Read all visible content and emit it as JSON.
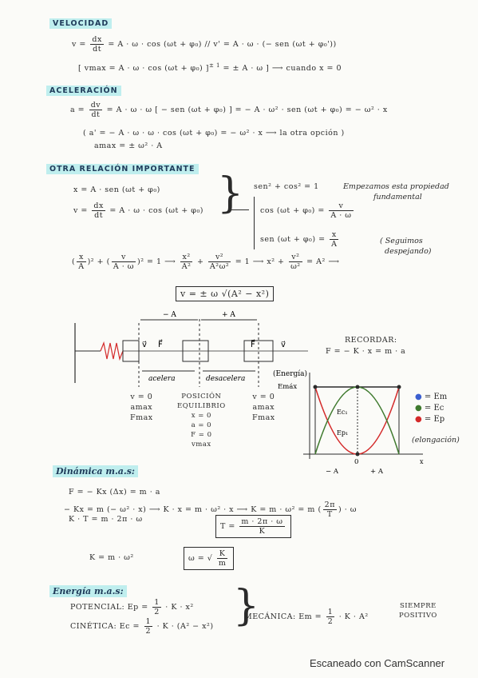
{
  "sections": {
    "velocidad": "VELOCIDAD",
    "aceleracion": "ACELERACIÓN",
    "otra": "OTRA RELACIÓN IMPORTANTE",
    "dinamica": "Dinámica m.a.s:",
    "energia": "Energía m.a.s:"
  },
  "velocidad": {
    "v_lhs": "v =",
    "dx": "dx",
    "dt": "dt",
    "rhs": "= A · ω · cos (ωt + φ₀)   //   v' = A · ω · (− sen (ωt + φ₀'))",
    "vmax": "[ vmax = A · ω · cos (ωt + φ₀) ]",
    "vmax_rest": "= ± A · ω ] ⟶ cuando x = 0",
    "pm": "± 1"
  },
  "aceleracion": {
    "a_lhs": "a =",
    "dv": "dv",
    "dt": "dt",
    "rhs": "= A · ω · ω [ − sen (ωt + φ₀) ] = − A · ω² · sen (ωt + φ₀) = − ω² · x",
    "alt": "( a' = − A · ω · ω · cos (ωt + φ₀) = − ω² · x ⟶ la otra opción )",
    "amax": "amax = ± ω² · A"
  },
  "otra": {
    "x_eq": "x = A · sen (ωt + φ₀)",
    "v_lhs": "v =",
    "dx": "dx",
    "dt": "dt",
    "v_rhs": "= A · ω · cos (ωt + φ₀)",
    "identity": "sen² + cos² = 1",
    "note1": "Empezamos esta propiedad",
    "note1b": "fundamental",
    "cos_lhs": "cos (ωt + φ₀) =",
    "cos_num": "v",
    "cos_den": "A · ω",
    "sen_lhs": "sen (ωt + φ₀) =",
    "sen_num": "x",
    "sen_den": "A",
    "note2": "( Seguimos",
    "note2b": "despejando)",
    "sq_a_num": "x",
    "sq_a_den": "A",
    "sq_b_num": "v",
    "sq_b_den": "A · ω",
    "sq_eq": "= 1 ⟶",
    "f1_num": "x²",
    "f1_den": "A²",
    "f2_num": "v²",
    "f2_den": "A²ω²",
    "sq_eq2": "= 1 ⟶ x² +",
    "f3_num": "v²",
    "f3_den": "ω²",
    "sq_end": "= A² ⟶",
    "result": "v = ± ω √(A² − x²)"
  },
  "spring": {
    "minus_a": "− A",
    "plus_a": "+ A",
    "v_vec": "v⃗",
    "f_vec": "F⃗",
    "acelera": "acelera",
    "desacelera": "desacelera",
    "left_state": [
      "v = 0",
      "amax",
      "Fmax"
    ],
    "center_state": [
      "POSICIÓN",
      "EQUILIBRIO",
      "x = 0",
      "a = 0",
      "F = 0",
      "vmax"
    ],
    "right_state": [
      "v = 0",
      "amax",
      "Fmax"
    ]
  },
  "energy_graph": {
    "recordar": "RECORDAR:",
    "law": "F = − K · x = m · a",
    "y_label": "(Energía)",
    "emax": "Emáx",
    "ec1": "Ec₁",
    "ep1": "Ep₁",
    "x_label": "(elongación)",
    "x_axis": "x",
    "tick_minus": "− A",
    "tick_zero": "0",
    "tick_plus": "+ A",
    "legend": [
      {
        "label": "= Em",
        "color": "#3b5fd0"
      },
      {
        "label": "= Ec",
        "color": "#3f7a2e"
      },
      {
        "label": "= Ep",
        "color": "#d42a2a"
      }
    ]
  },
  "dinamica": {
    "l1": "F = − Kx  (Δx) = m · a",
    "l2": "− Kx = m (− ω² · x) ⟶ K · x = m · ω² · x ⟶ K = m · ω² = m",
    "l2_frac_num": "2π",
    "l2_frac_den": "T",
    "l2_end": "· ω",
    "l3": "K · T = m · 2π · ω",
    "t_lhs": "T =",
    "t_num": "m · 2π · ω",
    "t_den": "K",
    "l4": "K = m · ω²",
    "w_lhs": "ω = √",
    "w_num": "K",
    "w_den": "m"
  },
  "energia": {
    "pot_label": "POTENCIAL:",
    "pot_lhs": "Ep =",
    "pot_num": "1",
    "pot_den": "2",
    "pot_rhs": "· K · x²",
    "cin_label": "CINÉTICA:",
    "cin_lhs": "Ec =",
    "cin_num": "1",
    "cin_den": "2",
    "cin_rhs": "· K · (A² − x²)",
    "mec_label": "MECÁNICA:",
    "mec_lhs": "Em =",
    "mec_num": "1",
    "mec_den": "2",
    "mec_rhs": "· K · A²",
    "siempre": "SIEMPRE",
    "positivo": "POSITIVO"
  },
  "footer": "Escaneado con CamScanner"
}
